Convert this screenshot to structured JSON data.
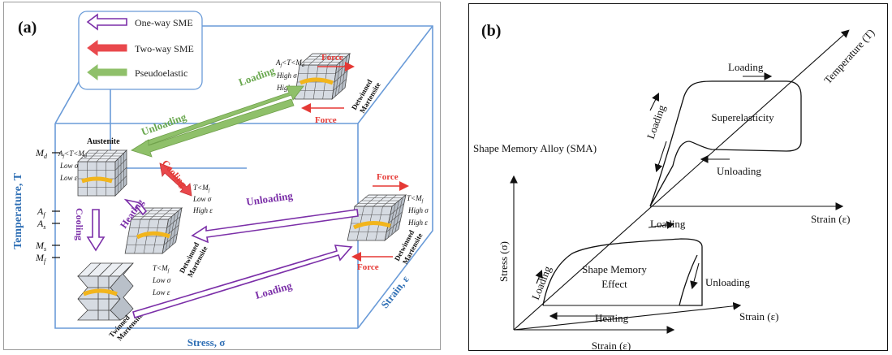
{
  "panel_a": {
    "label": "(a)",
    "legend": [
      {
        "text": "One-way SME",
        "color": "#7b2fa8",
        "style": "outline"
      },
      {
        "text": "Two-way SME",
        "color": "#e9484c",
        "style": "solid"
      },
      {
        "text": "Pseudoelastic",
        "color": "#8fc06a",
        "style": "solid"
      }
    ],
    "axis_temperature": "Temperature, T",
    "axis_stress": "Stress, σ",
    "axis_strain": "Strain, ε",
    "temp_ticks": {
      "Md": "M",
      "Md_sub": "d",
      "Af": "A",
      "Af_sub": "f",
      "As": "A",
      "As_sub": "s",
      "Ms": "M",
      "Ms_sub": "s",
      "Mf": "M",
      "Mf_sub": "f"
    },
    "austenite": {
      "title": "Austenite",
      "cond1": "A",
      "cond1_sub": "f",
      "cond1_mid": "<T<M",
      "cond1_sub2": "d",
      "cond2": "Low σ",
      "cond3": "Low ε"
    },
    "top_right": {
      "cond1": "A",
      "cond1_sub": "f",
      "cond1_mid": "<T<M",
      "cond1_sub2": "d",
      "cond2": "High σ",
      "cond3": "High ε",
      "force_top": "Force",
      "force_bottom": "Force",
      "phase1": "Detwinned",
      "phase2": "Martensite"
    },
    "middle": {
      "cond1": "T<M",
      "cond1_sub": "f",
      "cond2": "Low σ",
      "cond3": "High ε",
      "phase1": "Detwinned",
      "phase2": "Martensite"
    },
    "right": {
      "cond1": "T<M",
      "cond1_sub": "f",
      "cond2": "High σ",
      "cond3": "High ε",
      "force_top": "Force",
      "force_bottom": "Force",
      "phase1": "Detwinned",
      "phase2": "Martensite"
    },
    "twinned": {
      "cond1": "T<M",
      "cond1_sub": "f",
      "cond2": "Low σ",
      "cond3": "Low ε",
      "phase1": "Twinned",
      "phase2": "Martensite"
    },
    "arrows": {
      "loading_green": "Loading",
      "unloading_green": "Unloading",
      "cooling_red": "Cooling",
      "heating_purple": "Heating",
      "cooling_purple": "Cooling",
      "unloading_purple": "Unloading",
      "loading_purple": "Loading"
    }
  },
  "panel_b": {
    "label": "(b)",
    "title": "Shape Memory Alloy (SMA)",
    "axis_stress": "Stress (σ)",
    "axis_strain_bottom": "Strain (ε)",
    "axis_strain_right": "Strain (ε)",
    "axis_strain_upper": "Strain (ε)",
    "axis_temperature": "Temperature (T)",
    "superelasticity": "Superelasticity",
    "sme_line1": "Shape Memory",
    "sme_line2": "Effect",
    "loading_top": "Loading",
    "loading_diag": "Loading",
    "unloading_upper": "Unloading",
    "loading_lower": "Loading",
    "loading_lower_diag": "Loading",
    "unloading_lower": "Unloading",
    "heating": "Heating"
  },
  "colors": {
    "box_blue": "#6a9bd8",
    "axis_label_blue": "#2f6fb5",
    "purple": "#7b2fa8",
    "red": "#e9484c",
    "green": "#8fc06a",
    "green_text": "#6aa84f",
    "yellow": "#f2b51c"
  }
}
